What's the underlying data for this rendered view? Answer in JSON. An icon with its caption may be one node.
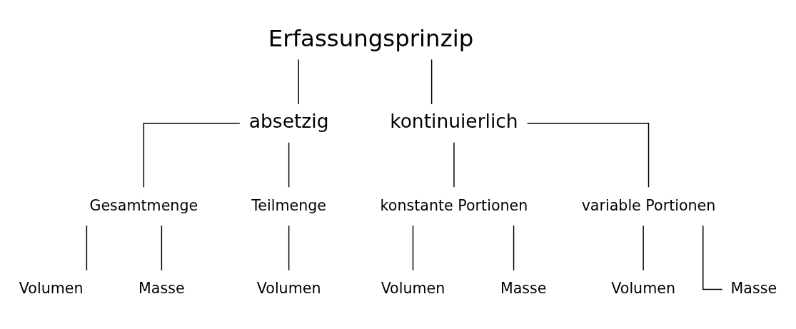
{
  "diagram": {
    "nodes": [
      {
        "text": [
          "Erfassungsprinzip"
        ]
      },
      {
        "text": [
          "absetzig"
        ]
      },
      {
        "text": [
          "kontinuierlich"
        ]
      },
      {
        "text": [
          "Gesamtmenge"
        ]
      },
      {
        "text": [
          "Teilmenge"
        ]
      },
      {
        "text": [
          "konstante Portionen"
        ]
      },
      {
        "text": [
          "variable Portionen"
        ]
      },
      {
        "text": [
          "Volumen"
        ]
      },
      {
        "text": [
          "Masse"
        ]
      },
      {
        "text": [
          "Volumen"
        ]
      },
      {
        "text": [
          "Volumen"
        ]
      },
      {
        "text": [
          "Masse"
        ]
      },
      {
        "text": [
          "Volumen"
        ]
      },
      {
        "text": [
          "Masse"
        ]
      }
    ],
    "edges": [
      {
        "from": 0,
        "to": 1,
        "arrow": "none"
      },
      {
        "from": 0,
        "to": 2,
        "arrow": "none"
      },
      {
        "from": 1,
        "to": 3,
        "arrow": "none"
      },
      {
        "from": 1,
        "to": 4,
        "arrow": "none"
      },
      {
        "from": 2,
        "to": 5,
        "arrow": "none"
      },
      {
        "from": 2,
        "to": 6,
        "arrow": "none"
      },
      {
        "from": 3,
        "to": 7,
        "arrow": "none"
      },
      {
        "from": 3,
        "to": 8,
        "arrow": "none"
      },
      {
        "from": 4,
        "to": 9,
        "arrow": "none"
      },
      {
        "from": 5,
        "to": 10,
        "arrow": "none"
      },
      {
        "from": 5,
        "to": 11,
        "arrow": "none"
      },
      {
        "from": 6,
        "to": 12,
        "arrow": "none"
      },
      {
        "from": 6,
        "to": 13,
        "arrow": "none"
      }
    ]
  }
}
